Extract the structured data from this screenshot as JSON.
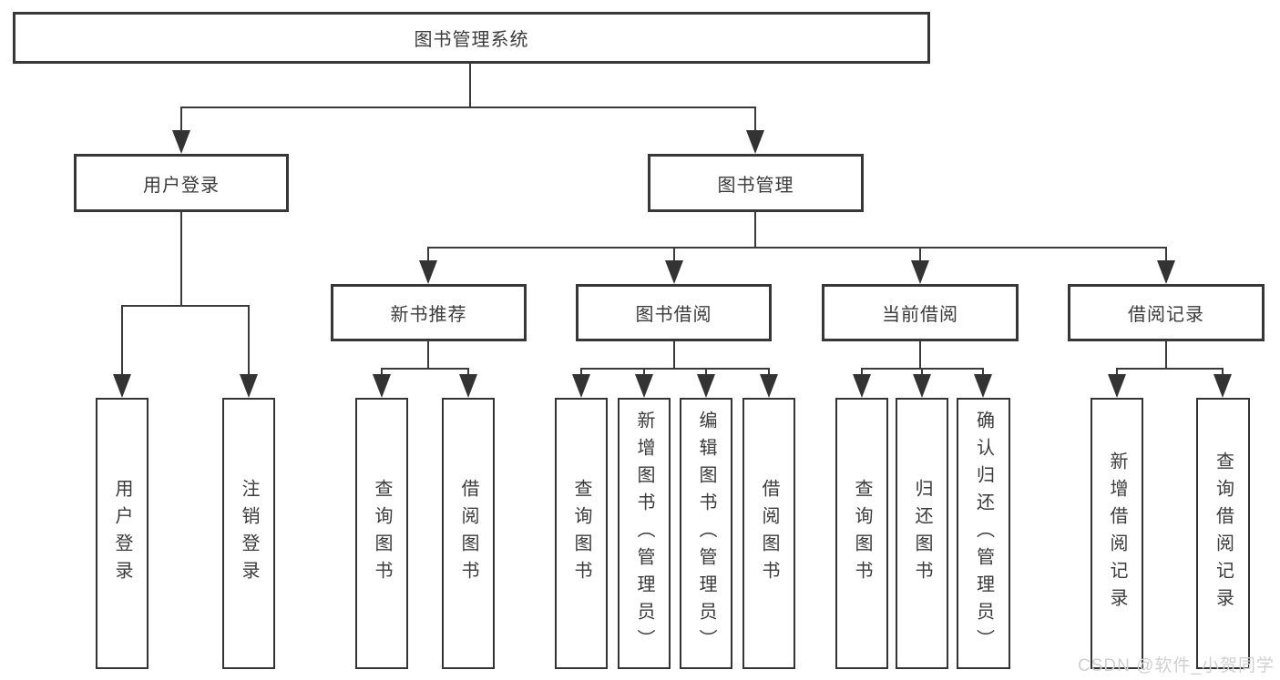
{
  "page": {
    "background": "#ffffff"
  },
  "colors": {
    "line": "#3a3a3a",
    "box_border": "#373737",
    "box_background": "#ffffff",
    "text": "#3b3b3b",
    "watermark": "#d0d0d0"
  },
  "watermark": {
    "text": "CSDN @软件_小贺同学"
  },
  "tree": {
    "root": {
      "label": "图书管理系统"
    },
    "branches": [
      {
        "label": "用户登录",
        "children": [
          "用户登录",
          "注销登录"
        ]
      },
      {
        "label": "图书管理",
        "children": [
          {
            "label": "新书推荐",
            "children": [
              "查询图书",
              "借阅图书"
            ]
          },
          {
            "label": "图书借阅",
            "children": [
              "查询图书",
              "新增图书（管理员）",
              "编辑图书（管理员）",
              "借阅图书"
            ]
          },
          {
            "label": "当前借阅",
            "children": [
              "查询图书",
              "归还图书",
              "确认归还（管理员）"
            ]
          },
          {
            "label": "借阅记录",
            "children": [
              "新增借阅记录",
              "查询借阅记录"
            ]
          }
        ]
      }
    ]
  }
}
